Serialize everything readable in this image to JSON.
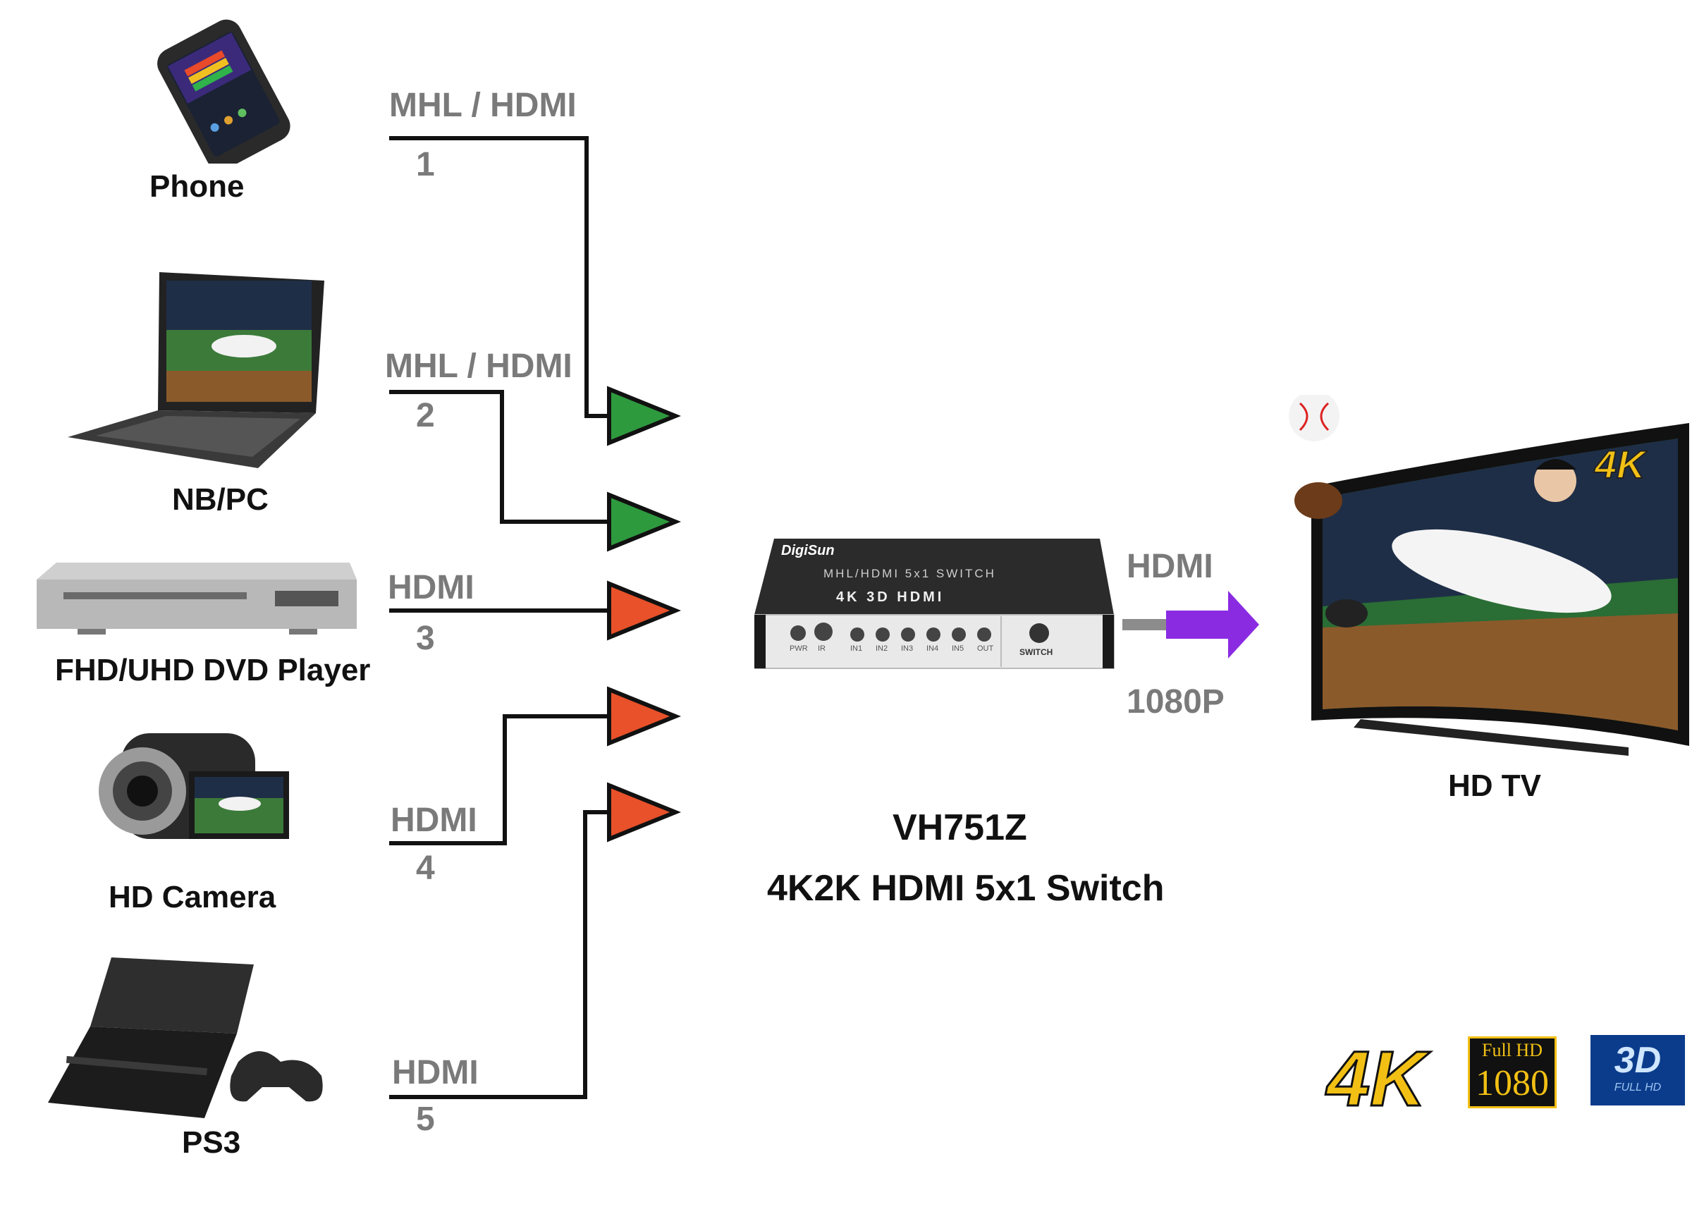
{
  "devices": [
    {
      "id": "phone",
      "label": "Phone"
    },
    {
      "id": "nbpc",
      "label": "NB/PC"
    },
    {
      "id": "dvd",
      "label": "FHD/UHD DVD Player"
    },
    {
      "id": "camera",
      "label": "HD Camera"
    },
    {
      "id": "ps3",
      "label": "PS3"
    }
  ],
  "inputs": [
    {
      "type": "MHL / HDMI",
      "port": "1",
      "arrow_color": "#2e9a3e"
    },
    {
      "type": "MHL / HDMI",
      "port": "2",
      "arrow_color": "#2e9a3e"
    },
    {
      "type": "HDMI",
      "port": "3",
      "arrow_color": "#e8512a"
    },
    {
      "type": "HDMI",
      "port": "4",
      "arrow_color": "#e8512a"
    },
    {
      "type": "HDMI",
      "port": "5",
      "arrow_color": "#e8512a"
    }
  ],
  "switch": {
    "brand": "DigiSun",
    "panel_title": "MHL/HDMI 5x1 SWITCH",
    "panel_logos": "4K 3D HDMI",
    "indicators": [
      "PWR",
      "IR",
      "IN1",
      "IN2",
      "IN3",
      "IN4",
      "IN5",
      "OUT"
    ],
    "button_label": "SWITCH",
    "model": "VH751Z",
    "description": "4K2K HDMI 5x1 Switch"
  },
  "output": {
    "type": "HDMI",
    "resolution": "1080P",
    "arrow_color": "#8a2be2",
    "display_label": "HD TV",
    "tv_badge": "4K"
  },
  "badges": {
    "fourk": "4K",
    "fullhd_top": "Full HD",
    "fullhd_bottom": "1080",
    "threed_top": "3D",
    "threed_bottom": "FULL HD"
  }
}
